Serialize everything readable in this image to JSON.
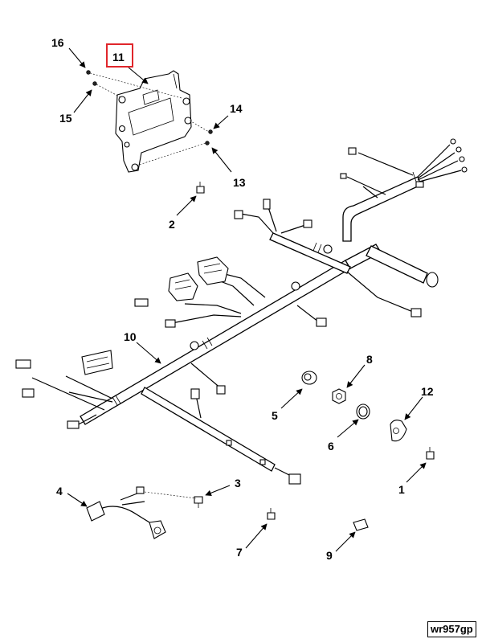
{
  "callouts": {
    "c1": "1",
    "c2": "2",
    "c3": "3",
    "c4": "4",
    "c5": "5",
    "c6": "6",
    "c7": "7",
    "c8": "8",
    "c9": "9",
    "c10": "10",
    "c11": "11",
    "c12": "12",
    "c13": "13",
    "c14": "14",
    "c15": "15",
    "c16": "16"
  },
  "highlighted_callout": "11",
  "highlight_color": "#e0262b",
  "figure_code": "wr957gp"
}
